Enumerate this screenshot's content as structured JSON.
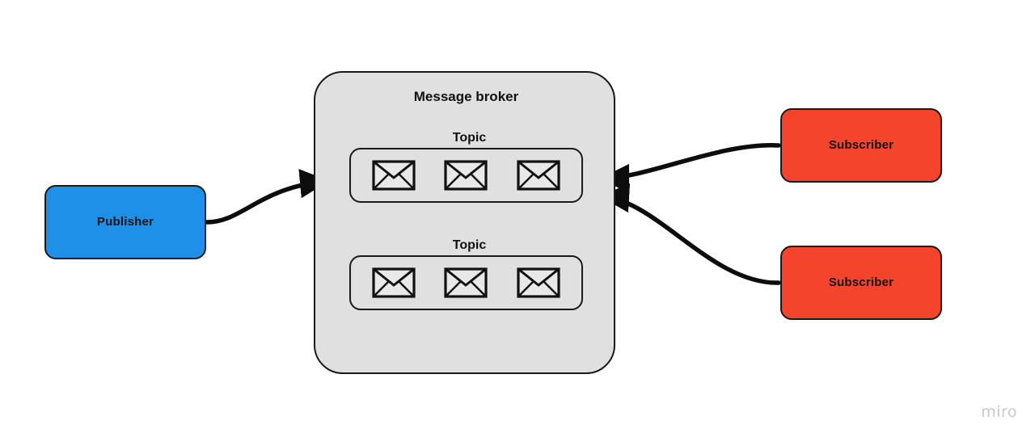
{
  "diagram": {
    "title_text": "Message broker",
    "watermark": "miro",
    "colors": {
      "publisher_fill": "#1e90e8",
      "subscriber_fill": "#f4442c",
      "broker_fill": "#e0e0e0",
      "topic_fill": "#e0e0e0",
      "stroke": "#1a1a1a",
      "background": "#ffffff",
      "watermark_color": "#c8c8cf"
    },
    "nodes": {
      "publisher": {
        "label": "Publisher"
      },
      "broker": {
        "label": "Message broker"
      },
      "subscribers": [
        {
          "label": "Subscriber"
        },
        {
          "label": "Subscriber"
        }
      ],
      "topics": [
        {
          "label": "Topic",
          "messages": [
            {
              "icon": "envelope-icon"
            },
            {
              "icon": "envelope-icon"
            },
            {
              "icon": "envelope-icon"
            }
          ]
        },
        {
          "label": "Topic",
          "messages": [
            {
              "icon": "envelope-icon"
            },
            {
              "icon": "envelope-icon"
            },
            {
              "icon": "envelope-icon"
            }
          ]
        }
      ]
    },
    "connectors": [
      {
        "name": "publisher-to-topic",
        "from": "publisher",
        "to": "topic-0",
        "arrow": "end"
      },
      {
        "name": "subscriber-0-to-topic",
        "from": "subscriber-0",
        "to": "topic-0",
        "arrow": "end"
      },
      {
        "name": "subscriber-1-to-topic",
        "from": "subscriber-1",
        "to": "topic-0",
        "arrow": "end"
      }
    ]
  }
}
